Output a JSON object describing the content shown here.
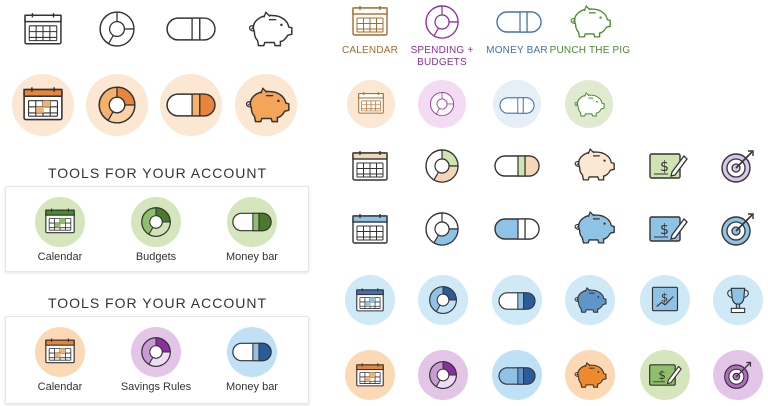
{
  "top_labels": {
    "calendar": "CALENDAR",
    "spending_budgets": "SPENDING + BUDGETS",
    "money_bar": "MONEY BAR",
    "punch_the_pig": "PUNCH THE PIG"
  },
  "card1": {
    "title": "TOOLS FOR YOUR ACCOUNT",
    "items": [
      "Calendar",
      "Budgets",
      "Money bar"
    ]
  },
  "card2": {
    "title": "TOOLS FOR YOUR ACCOUNT",
    "items": [
      "Calendar",
      "Savings Rules",
      "Money bar"
    ]
  },
  "colors": {
    "calendar_brown": "#a86b2a",
    "budgets_purple": "#8b2fa0",
    "moneybar_blue": "#3f72b0",
    "pig_green": "#4a8a2e",
    "peach": "#fbe7d2",
    "orange": "#e8853a",
    "light_blue": "#cfe9f7",
    "green_bg": "#d5e6bd"
  },
  "icons": [
    "calendar-icon",
    "donut-chart-icon",
    "pill-toggle-icon",
    "piggy-bank-icon",
    "check-pencil-icon",
    "target-icon",
    "trophy-icon"
  ]
}
